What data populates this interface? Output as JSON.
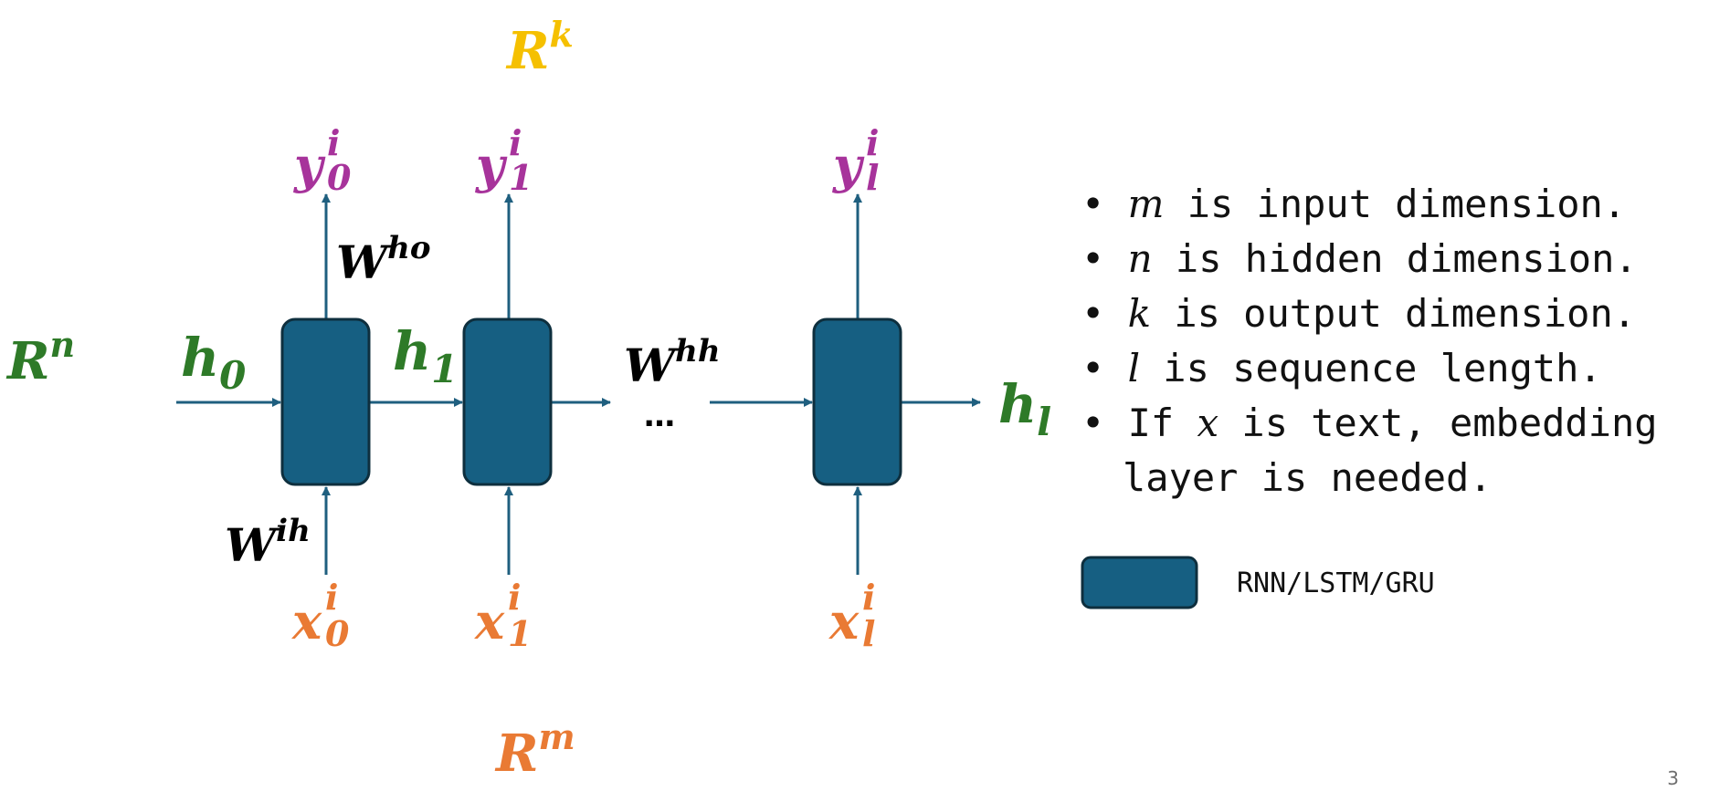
{
  "diagram": {
    "colors": {
      "cell_fill": "#165f82",
      "cell_stroke": "#0e2f3e",
      "arrow": "#1f5f7f",
      "hidden": "#2e7a28",
      "output": "#a7339b",
      "input": "#e97a34",
      "output_space": "#f5c000",
      "weight": "#000000"
    },
    "spaces": {
      "output": {
        "base": "R",
        "exp": "k"
      },
      "hidden": {
        "base": "R",
        "exp": "n"
      },
      "input": {
        "base": "R",
        "exp": "m"
      }
    },
    "weights": {
      "hidden_to_output": {
        "base": "W",
        "sup": "ho"
      },
      "hidden_to_hidden": {
        "base": "W",
        "sup": "hh"
      },
      "input_to_hidden": {
        "base": "W",
        "sup": "ih"
      }
    },
    "hidden_states": [
      {
        "base": "h",
        "sub": "0"
      },
      {
        "base": "h",
        "sub": "1"
      },
      {
        "base": "h",
        "sub": "l"
      }
    ],
    "outputs": [
      {
        "base": "y",
        "sup": "i",
        "sub": "0"
      },
      {
        "base": "y",
        "sup": "i",
        "sub": "1"
      },
      {
        "base": "y",
        "sup": "i",
        "sub": "l"
      }
    ],
    "inputs": [
      {
        "base": "x",
        "sup": "i",
        "sub": "0"
      },
      {
        "base": "x",
        "sup": "i",
        "sub": "1"
      },
      {
        "base": "x",
        "sup": "i",
        "sub": "l"
      }
    ],
    "ellipsis": "…"
  },
  "bullets": [
    {
      "symbol": "m",
      "text": " is input dimension."
    },
    {
      "symbol": "n",
      "text": " is hidden dimension."
    },
    {
      "symbol": "k",
      "text": " is output dimension."
    },
    {
      "symbol": "l",
      "text": " is sequence length."
    },
    {
      "prefix": "If ",
      "symbol": "x",
      "text": " is text, embedding",
      "continuation": "layer is needed."
    }
  ],
  "legend": {
    "label": "RNN/LSTM/GRU"
  },
  "page_number": "3"
}
